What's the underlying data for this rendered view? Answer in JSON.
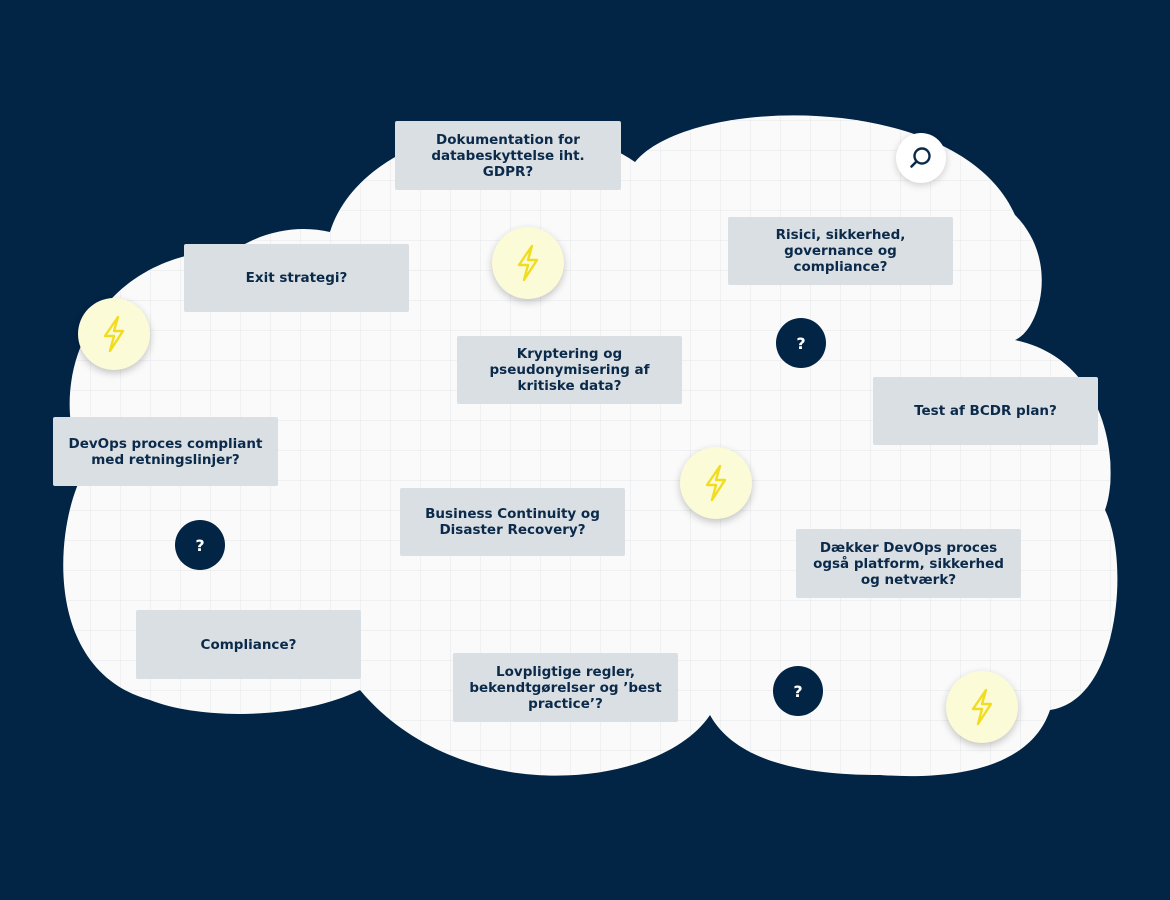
{
  "cards": {
    "dokumentation": "Dokumentation for databeskyttelse iht. GDPR?",
    "exit": "Exit strategi?",
    "risici": "Risici, sikkerhed, governance og compliance?",
    "kryptering": "Kryptering og pseudonymisering af kritiske data?",
    "test_bcdr": "Test af BCDR plan?",
    "devops_compliant": "DevOps proces compliant med retningslinjer?",
    "business_continuity": "Business Continuity og Disaster Recovery?",
    "daekker_devops": "Dækker DevOps proces også platform, sikkerhed og netværk?",
    "compliance": "Compliance?",
    "lovpligtige": "Lovpligtige regler, bekendtgørelser og ’best practice’?"
  },
  "question_symbol": "?",
  "icons": {
    "bolt": "lightning-bolt-icon",
    "question": "question-mark-icon",
    "search": "search-icon"
  },
  "colors": {
    "background": "#022445",
    "cloud": "#fafafa",
    "grid": "#e3e6ea",
    "card": "#d9dfe3",
    "card_text": "#0b2a4a",
    "bolt_bg": "#fbfbd8",
    "bolt_stroke": "#f1dc1f"
  }
}
